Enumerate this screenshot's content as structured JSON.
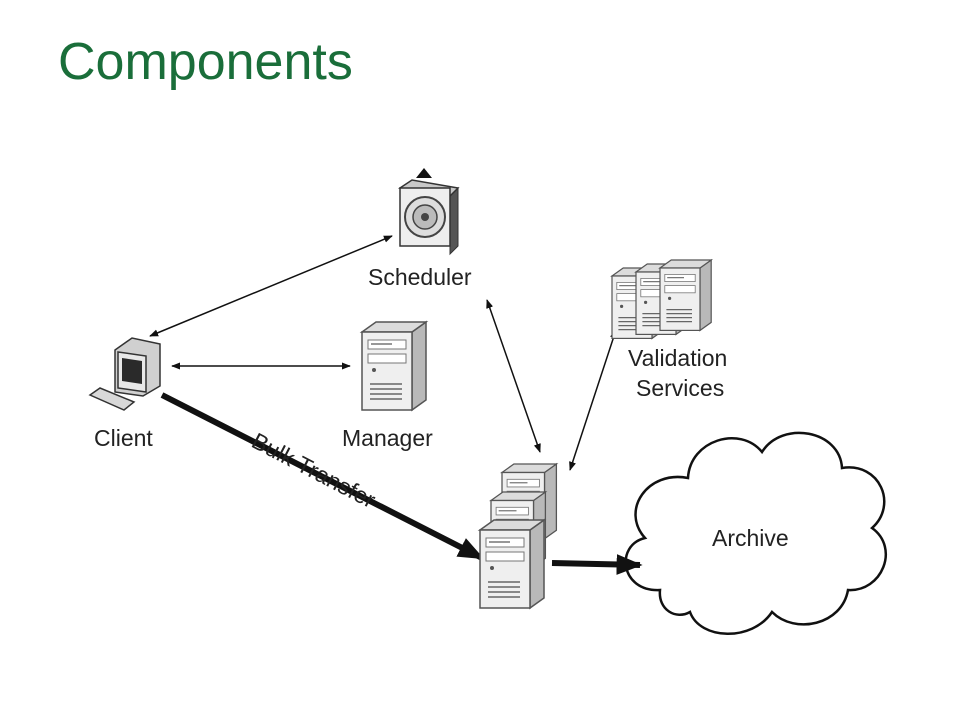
{
  "slide": {
    "title": "Components"
  },
  "diagram": {
    "nodes": {
      "client": "Client",
      "scheduler": "Scheduler",
      "manager": "Manager",
      "validation_line1": "Validation",
      "validation_line2": "Services",
      "archive": "Archive"
    },
    "edges": {
      "bulk_transfer": "Bulk Transfer"
    },
    "colors": {
      "title": "#1a6e3a",
      "server_face": "#eeeeee",
      "server_side": "#b9b9b9",
      "outline": "#555555",
      "arrow": "#111111"
    }
  }
}
